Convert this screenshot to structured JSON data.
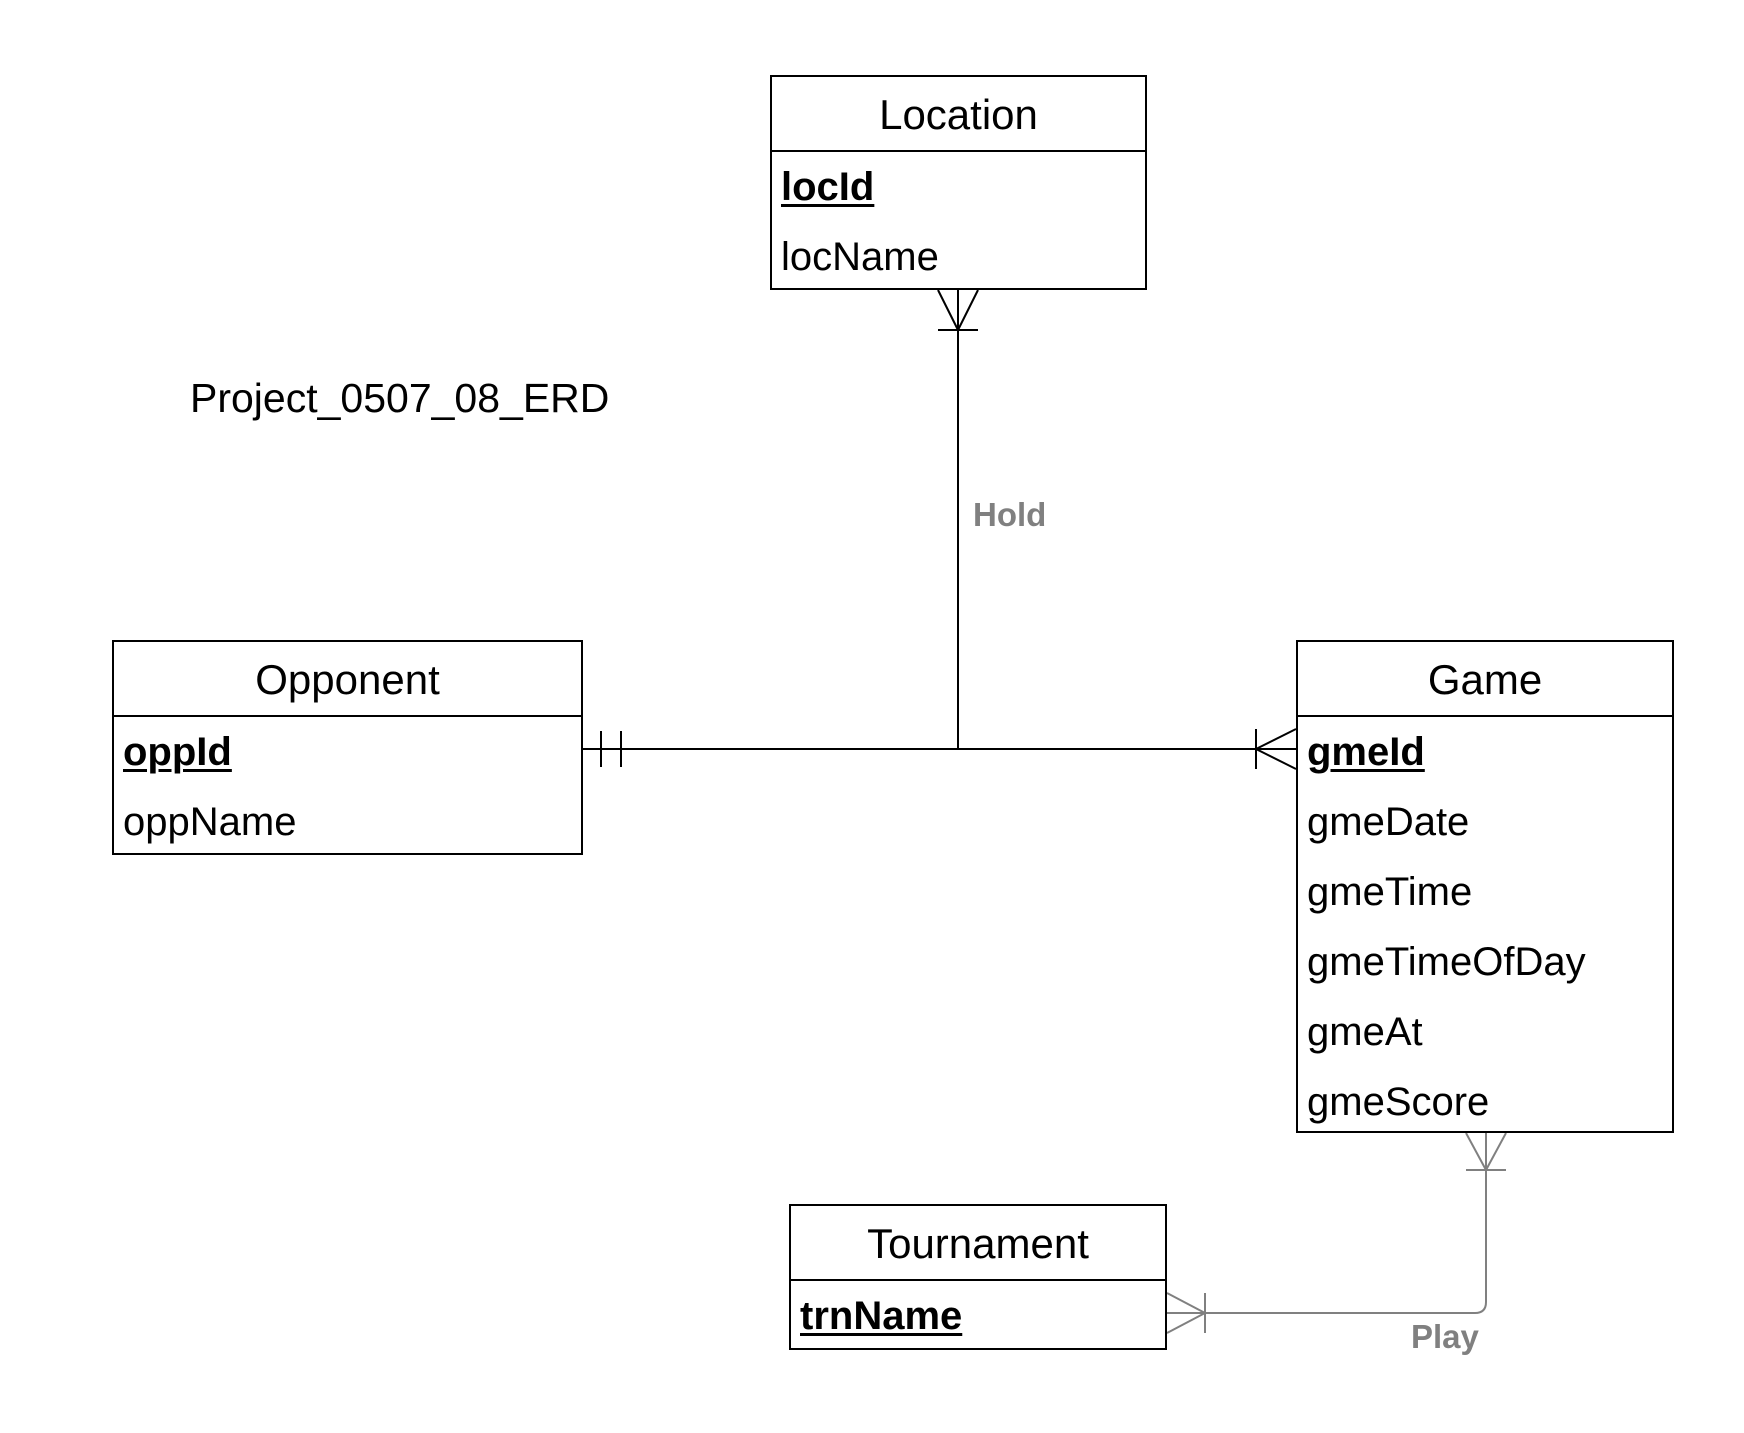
{
  "diagram": {
    "title": "Project_0507_08_ERD",
    "entities": {
      "location": {
        "name": "Location",
        "attributes": [
          {
            "name": "locId",
            "pk": true
          },
          {
            "name": "locName",
            "pk": false
          }
        ]
      },
      "opponent": {
        "name": "Opponent",
        "attributes": [
          {
            "name": "oppId",
            "pk": true
          },
          {
            "name": "oppName",
            "pk": false
          }
        ]
      },
      "game": {
        "name": "Game",
        "attributes": [
          {
            "name": "gmeId",
            "pk": true
          },
          {
            "name": "gmeDate",
            "pk": false
          },
          {
            "name": "gmeTime",
            "pk": false
          },
          {
            "name": "gmeTimeOfDay",
            "pk": false
          },
          {
            "name": "gmeAt",
            "pk": false
          },
          {
            "name": "gmeScore",
            "pk": false
          }
        ]
      },
      "tournament": {
        "name": "Tournament",
        "attributes": [
          {
            "name": "trnName",
            "pk": true
          }
        ]
      }
    },
    "relationships": {
      "hold": {
        "label": "Hold"
      },
      "play": {
        "label": "Play"
      }
    },
    "colors": {
      "line": "#000000",
      "play_line": "#808080",
      "label": "#808080"
    }
  }
}
